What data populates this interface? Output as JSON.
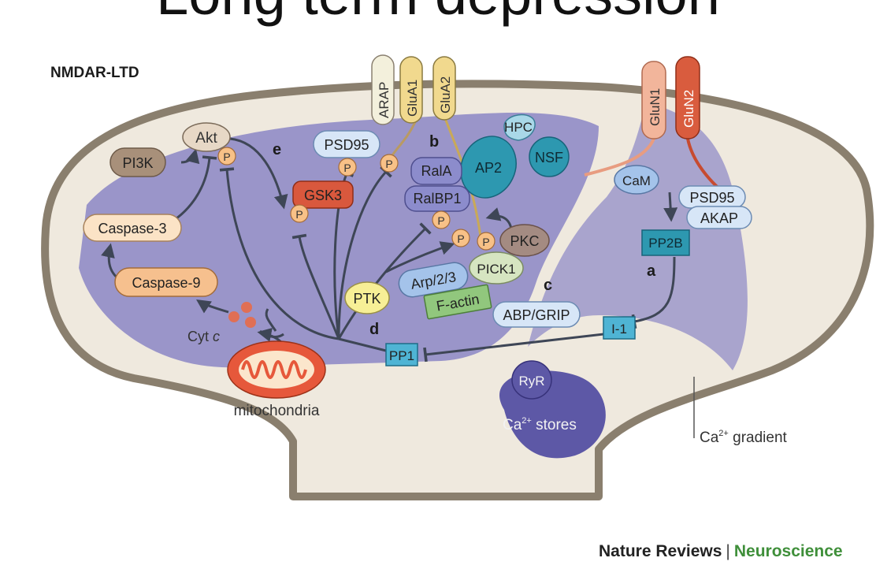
{
  "title": "Long term depression",
  "panel_label": "NMDAR-LTD",
  "section_letters": {
    "a": "a",
    "b": "b",
    "c": "c",
    "d": "d",
    "e": "e"
  },
  "molecules": {
    "pi3k": "PI3K",
    "akt": "Akt",
    "caspase3": "Caspase-3",
    "caspase9": "Caspase-9",
    "cyt": "Cyt",
    "cyt_c": "c",
    "mitochondria": "mitochondria",
    "gsk3": "GSK3",
    "psd95_left": "PSD95",
    "arap": "ARAP",
    "glua1": "GluA1",
    "glua2": "GluA2",
    "hpc": "HPC",
    "ap2": "AP2",
    "nsf": "NSF",
    "rala": "RalA",
    "ralbp1": "RalBP1",
    "pkc": "PKC",
    "pick1": "PICK1",
    "arp": "Arp/2/3",
    "factin": "F-actin",
    "ptk": "PTK",
    "abp_grip": "ABP/GRIP",
    "pp1": "PP1",
    "i1": "I-1",
    "ryr": "RyR",
    "ca_stores_prefix": "Ca",
    "ca_stores_sup": "2+",
    "ca_stores_suffix": " stores",
    "grin1": "GluN1",
    "grin2": "GluN2",
    "cam": "CaM",
    "psd95_right": "PSD95",
    "akap": "AKAP",
    "pp2b": "PP2B",
    "ca_gradient_prefix": "Ca",
    "ca_gradient_sup": "2+",
    "ca_gradient_suffix": " gradient",
    "phospho": "P"
  },
  "credit": {
    "publisher": "Nature Reviews",
    "separator": "|",
    "journal": "Neuroscience"
  },
  "colors": {
    "spine_fill": "#efe9de",
    "spine_outline": "#8a7f6e",
    "purple_region": "#8b86c6",
    "akt": "#e7d8c6",
    "pi3k": "#a8907a",
    "caspase": "#f6c08e",
    "gsk3": "#d9583d",
    "psd95": "#d7e6f7",
    "glua1": "#f1d98e",
    "arap": "#f3f0dc",
    "ap2_teal": "#2d98b0",
    "rala": "#8c8ccc",
    "pkc": "#a48b82",
    "pick1": "#d6e5c1",
    "arp": "#a4c3ea",
    "factin": "#91c77d",
    "ptk": "#f7ef96",
    "pp_box": "#4fb4d4",
    "ryr": "#5d58a6",
    "glun1": "#f2b59b",
    "glun2": "#d95c3e",
    "phospho": "#f8c187"
  }
}
